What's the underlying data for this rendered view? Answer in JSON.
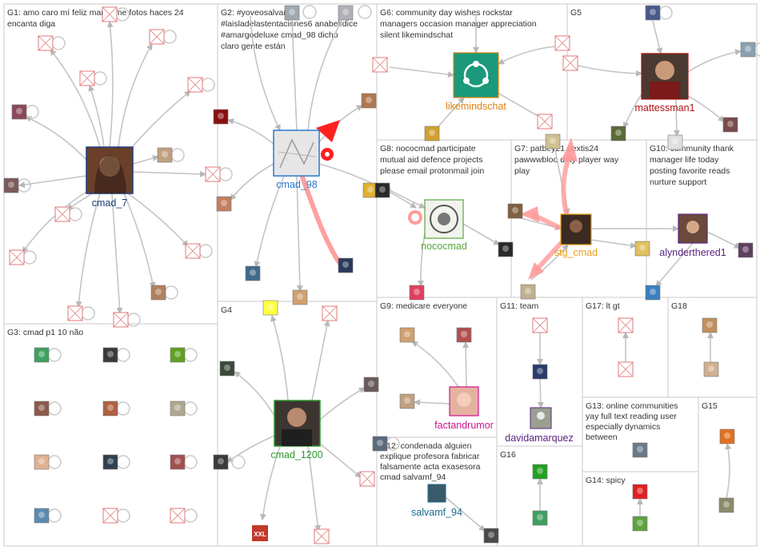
{
  "colors": {
    "panel_border": "#c8c8c8",
    "edge": "#c4c4c4",
    "highlight_edge": "#ff4d4d",
    "label_cmad_7": "#1f3d7a",
    "label_cmad_98": "#2a78c8",
    "label_likemindschat": "#e0820f",
    "label_mattessman1": "#b01010",
    "label_nococmad": "#58a83c",
    "label_stg_cmad": "#e8a014",
    "label_alynderthered1": "#5a2382",
    "label_cmad_1200": "#2d9a2d",
    "label_factandrumor": "#c8148c",
    "label_davidamarquez": "#5a2382",
    "label_salvamf_94": "#1a6a8a"
  },
  "groups": [
    {
      "id": "g1",
      "title": "G1: amo caro mí feliz mandame fotos haces 24 encanta diga"
    },
    {
      "id": "g2",
      "title": "G2: #yoveosalvame #laisladelastentaciones6 anabel dice #amargodeluxe cmad_98 dicho claro gente están"
    },
    {
      "id": "g6",
      "title": "G6: community day wishes rockstar managers occasion manager appreciation silent likemindschat"
    },
    {
      "id": "g5",
      "title": "G5"
    },
    {
      "id": "g8",
      "title": "G8: nococmad participate mutual aid defence projects please email protonmail join"
    },
    {
      "id": "g7",
      "title": "G7: patbey21 pextis24 pawwwbloo dirty player way play"
    },
    {
      "id": "g10",
      "title": "G10: community thank manager life today posting favorite reads nurture support"
    },
    {
      "id": "g3",
      "title": "G3: cmad p1 10 não"
    },
    {
      "id": "g4",
      "title": "G4"
    },
    {
      "id": "g9",
      "title": "G9: medicare everyone"
    },
    {
      "id": "g11",
      "title": "G11: team"
    },
    {
      "id": "g17",
      "title": "G17: lt gt"
    },
    {
      "id": "g18",
      "title": "G18"
    },
    {
      "id": "g13",
      "title": "G13: online communities yay full text reading user especially dynamics between"
    },
    {
      "id": "g15",
      "title": "G15"
    },
    {
      "id": "g12",
      "title": "G12: condenada alguien explique profesora fabricar falsamente acta exasesora cmad salvamf_94"
    },
    {
      "id": "g16",
      "title": "G16"
    },
    {
      "id": "g14",
      "title": "G14: spicy"
    }
  ],
  "hubs": {
    "cmad_7": "cmad_7",
    "cmad_98": "cmad_98",
    "likemindschat": "likemindschat",
    "mattessman1": "mattessman1",
    "nococmad": "nococmad",
    "stg_cmad": "stg_cmad",
    "alynderthered1": "alynderthered1",
    "cmad_1200": "cmad_1200",
    "factandrumor": "factandrumor",
    "davidamarquez": "davidamarquez",
    "salvamf_94": "salvamf_94"
  },
  "badges": {
    "xxl": "XXL"
  }
}
